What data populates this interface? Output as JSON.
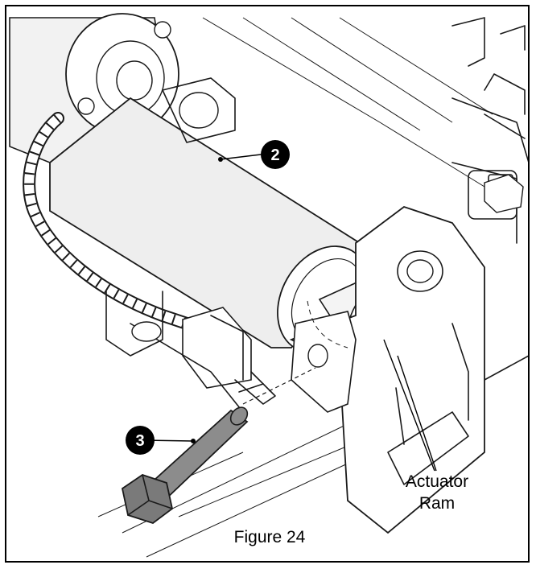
{
  "figure": {
    "caption": "Figure 24",
    "callouts": [
      {
        "number": "2"
      },
      {
        "number": "3"
      }
    ],
    "labels": {
      "actuator_line1": "Actuator",
      "actuator_line2": "Ram"
    }
  }
}
